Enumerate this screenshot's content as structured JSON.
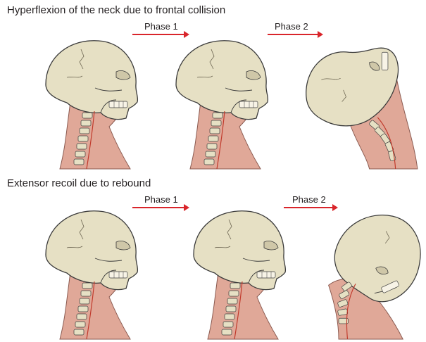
{
  "top_section": {
    "title": "Hyperflexion of the neck due to frontal collision",
    "phase1_label": "Phase 1",
    "phase2_label": "Phase 2"
  },
  "bottom_section": {
    "title": "Extensor recoil due to rebound",
    "phase1_label": "Phase 1",
    "phase2_label": "Phase 2"
  },
  "colors": {
    "skin": "#e0a898",
    "bone": "#e6e0c4",
    "outline": "#3a3a3a",
    "spinal_line": "#c0392b",
    "arrow": "#d9252b"
  }
}
